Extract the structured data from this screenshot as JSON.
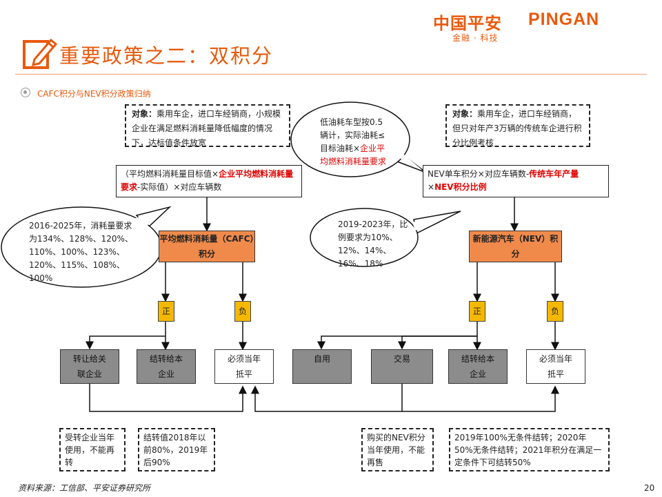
{
  "logo": {
    "cn": "中国平安",
    "en": "PINGAN",
    "sub": "金融 · 科技"
  },
  "header": {
    "title": "重要政策之二：双积分",
    "subtitle": "CAFC积分与NEV积分政策归纳"
  },
  "left": {
    "scope_label": "对象：",
    "scope_text": "乘用车企，进口车经销商，小规模企业在满足燃料消耗量降低幅度的情况下，达标值条件放宽",
    "formula_pre": "（平均燃料消耗量目标值×",
    "formula_red": "企业平均燃料消耗量要求",
    "formula_post": "-实际值）×对应车辆数",
    "bubble": "2016-2025年，消耗量要求为134%、128%、120%、110%、100%、123%、120%、115%、108%、100%",
    "main_box": "平均燃料消耗量（CAFC）积分",
    "pos_tag": "正",
    "neg_tag": "负",
    "box_transfer": "转让给关联企业",
    "box_carry": "结转给本企业",
    "box_offset": "必须当年抵平",
    "note_transfer": "受转企业当年使用，不能再转",
    "note_carry": "结转值2018年以前80%，2019年后90%"
  },
  "middle": {
    "bubble_pre": "低油耗车型按0.5辆计，实际油耗≤目标油耗×",
    "bubble_red": "企业平均燃料消耗量要求"
  },
  "right": {
    "scope_label": "对象：",
    "scope_text": "乘用车企，进口车经销商，但只对年产3万辆的传统车企进行积分比例考核",
    "formula_pre": "NEV单车积分×对应车辆数-",
    "formula_red1": "传统车年产量",
    "formula_mid": "×",
    "formula_red2": "NEV积分比例",
    "bubble": "2019-2023年，比例要求为10%、12%、14%、16%、18%",
    "main_box": "新能源汽车（NEV）积分",
    "pos_tag": "正",
    "neg_tag": "负",
    "box_self": "自用",
    "box_trade": "交易",
    "box_carry": "结转给本企业",
    "box_offset": "必须当年抵平",
    "note_trade": "购买的NEV积分当年使用，不能再售",
    "note_carry": "2019年100%无条件结转；2020年50%无条件结转；2021年积分在满足一定条件下可结转50%"
  },
  "footer": {
    "source": "资料来源：工信部、平安证券研究所",
    "page": "20"
  },
  "colors": {
    "accent": "#e8590c",
    "orange_box": "#f08a4b",
    "gray_box": "#8c8c8c",
    "tag": "#f5b800",
    "red_text": "#e00000"
  }
}
